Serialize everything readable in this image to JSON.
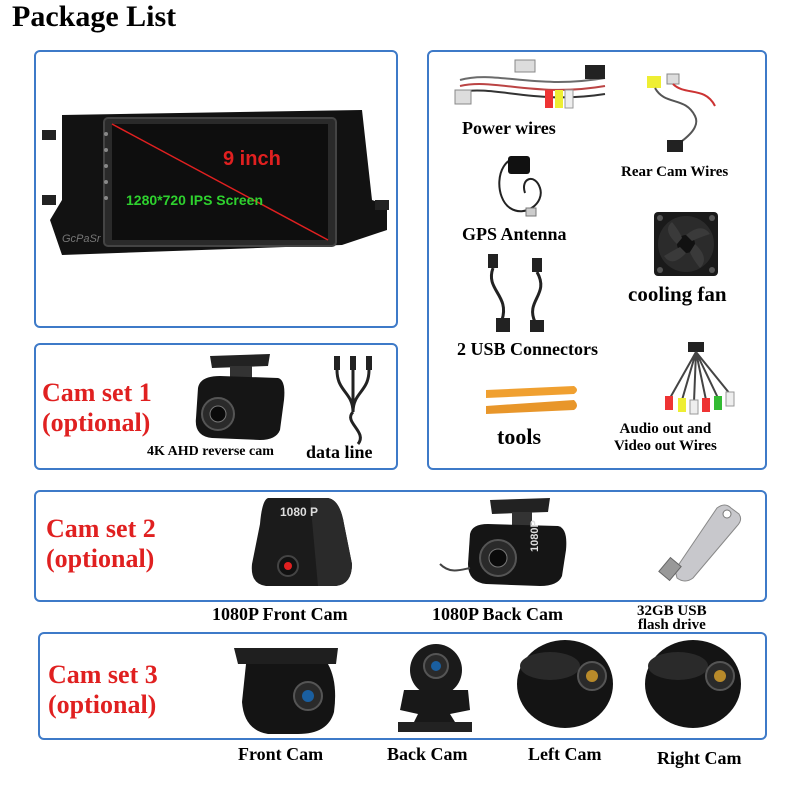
{
  "title": "Package List",
  "screen": {
    "size": "9 inch",
    "resolution": "1280*720 IPS Screen",
    "logo": "GcPaSr"
  },
  "accessories": {
    "power_wires": "Power wires",
    "rear_cam_wires": "Rear Cam Wires",
    "gps_antenna": "GPS Antenna",
    "cooling_fan": "cooling fan",
    "usb_connectors": "2 USB Connectors",
    "tools": "tools",
    "av_wires_line1": "Audio out and",
    "av_wires_line2": "Video out Wires"
  },
  "cam_set_1": {
    "title_line1": "Cam set 1",
    "title_line2": "(optional)",
    "reverse_cam": "4K AHD reverse cam",
    "data_line": "data line"
  },
  "cam_set_2": {
    "title_line1": "Cam set 2",
    "title_line2": "(optional)",
    "front_cam": "1080P Front Cam",
    "back_cam": "1080P Back Cam",
    "usb_line1": "32GB USB",
    "usb_line2": "flash drive",
    "front_badge": "1080 P",
    "back_badge": "1080P"
  },
  "cam_set_3": {
    "title_line1": "Cam set 3",
    "title_line2": "(optional)",
    "front_cam": "Front Cam",
    "back_cam": "Back Cam",
    "left_cam": "Left Cam",
    "right_cam": "Right Cam"
  },
  "colors": {
    "box_border": "#3e7ac8",
    "accent_red": "#e02020",
    "screen_green": "#2ed12e"
  }
}
